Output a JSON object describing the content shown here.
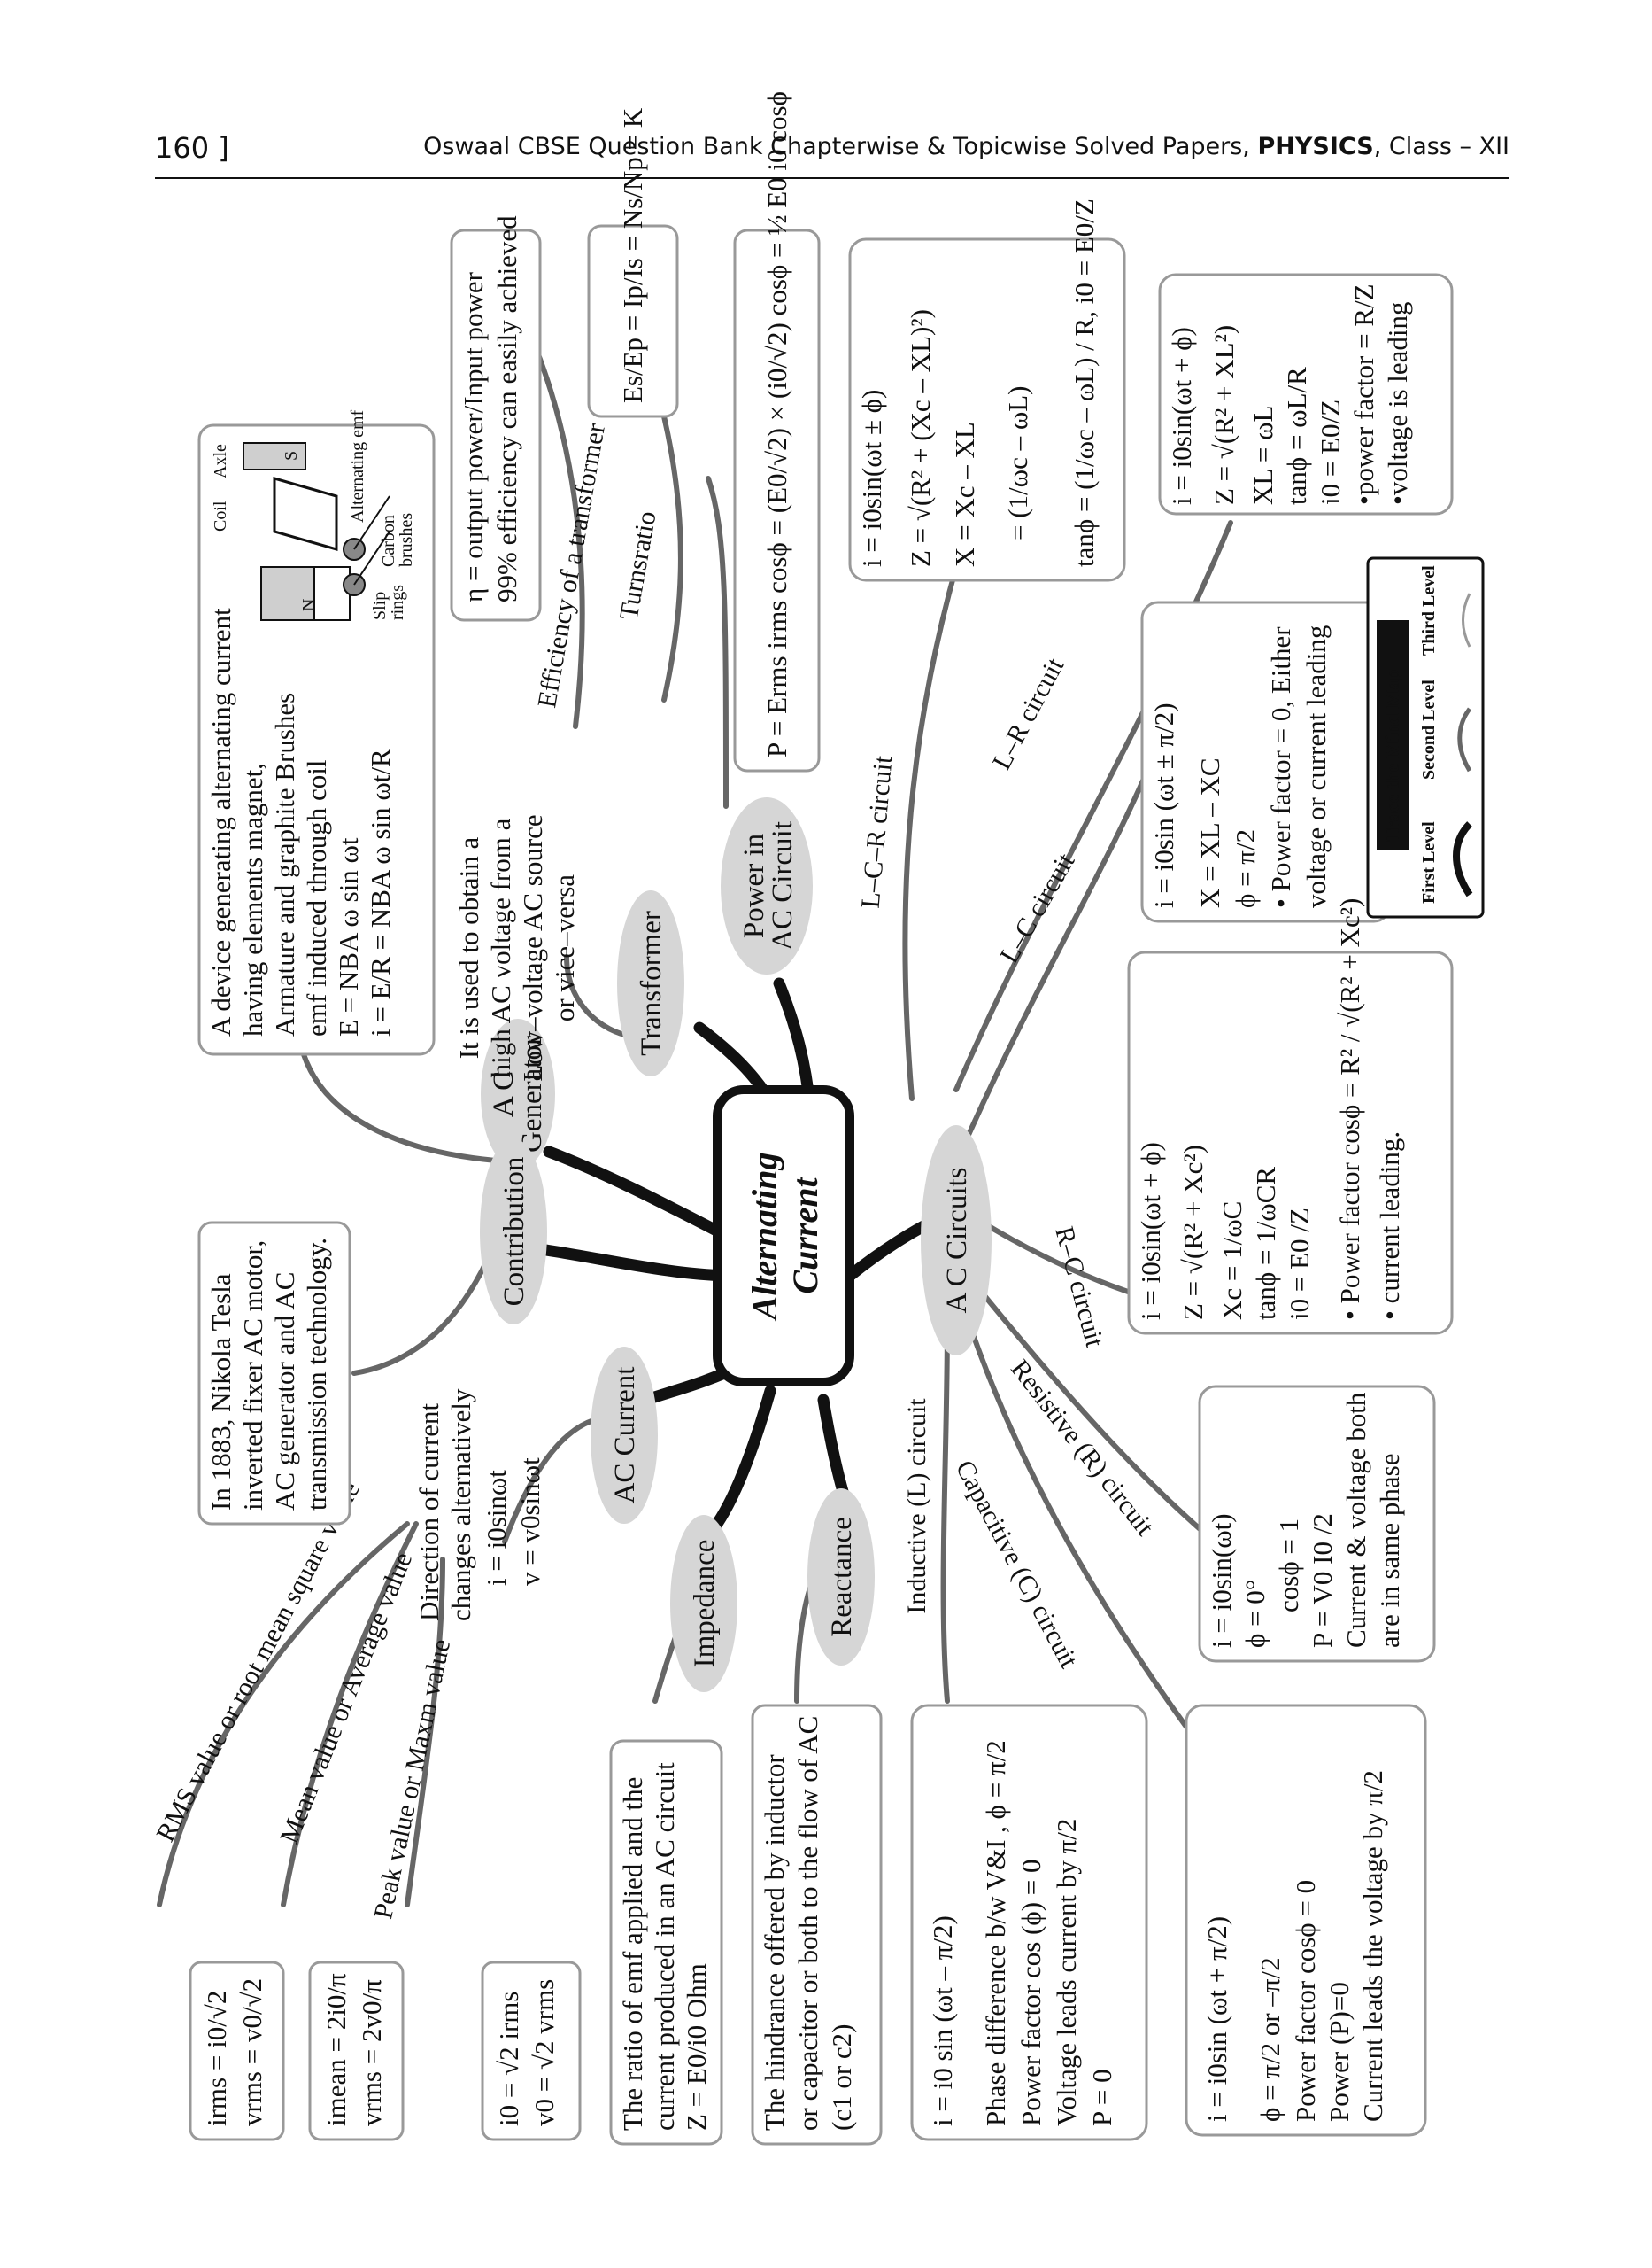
{
  "header": {
    "page_number": "160 ]",
    "book_title_pre": "Oswaal CBSE Question Bank Chapterwise & Topicwise Solved Papers,",
    "subject": "PHYSICS",
    "class_text": ", Class – XII"
  },
  "center": {
    "line1": "Alternating",
    "line2": "Current"
  },
  "nodes": {
    "ac_generator": [
      "A C",
      "Generator"
    ],
    "transformer": "Transformer",
    "power": [
      "Power in",
      "AC Circuit"
    ],
    "contribution": "Contribution",
    "ac_current": "AC Current",
    "impedance": "Impedance",
    "reactance": "Reactance",
    "ac_circuits": "A C Circuits"
  },
  "branch_labels": {
    "efficiency": "Efficiency of a transformer",
    "turns": "Turnsratio",
    "lcr": "L–C–R circuit",
    "lr": "L–R circuit",
    "lc": "L–C circuit",
    "rc": "R–C circuit",
    "resistive": "Resistive (R) circuit",
    "capacitive": "Capacitive (C) circuit",
    "inductive": "Inductive (L) circuit",
    "rms": "RMS value or root mean square value",
    "mean": "Mean value or Average value",
    "peak": "Peak value or Maxm value"
  },
  "boxes": {
    "generator": [
      "A device generating alternating current",
      "having elements magnet,",
      "Armature and graphite Brushes",
      "emf induced through coil",
      "E = NBA ω sin ωt",
      "i = E/R = NBA ω sin ωt/R"
    ],
    "generator_fig": [
      "Coil",
      "Axle",
      "N",
      "S",
      "Alternating emf",
      "Slip",
      "rings",
      "Carbon",
      "brushes"
    ],
    "transformer_def": [
      "It is used to obtain a",
      "high AC voltage from a",
      "Low–voltage AC source",
      "or vice–versa"
    ],
    "efficiency": [
      "η = output power/Input power",
      "99% efficiency can easily achieved"
    ],
    "turns": [
      "Es/Ep = Ip/Is = Ns/Np = K"
    ],
    "power": [
      "P = Erms irms cosϕ = (E0/√2) × (i0/√2) cosϕ = ½ E0 i0 cosϕ"
    ],
    "lcr": [
      "i = i0sin(ωt ± ϕ)",
      "Z = √(R² + (Xc – XL)²)",
      "X = Xc – XL",
      "= (1/ωc – ωL)",
      "tanϕ = (1/ωc – ωL) / R, i0 = E0/Z"
    ],
    "lr": [
      "i = i0sin(ωt + ϕ)",
      "Z = √(R² + XL²)",
      "XL = ωL",
      "tanϕ = ωL/R",
      "i0 = E0/Z",
      "•power factor = R/Z",
      "•voltage is leading"
    ],
    "lc": [
      "i = i0sin (ωt ± π/2)",
      "X = XL – XC",
      "ϕ = π/2",
      "• Power factor = 0, Either",
      "voltage or current leading"
    ],
    "rc": [
      "i = i0sin(ωt + ϕ)",
      "Z = √(R² + Xc²)",
      "Xc = 1/ωC",
      "tanϕ = 1/ωCR",
      "i0 = E0 /Z",
      "• Power factor cosϕ = R² / √(R² + Xc²)",
      "• current leading."
    ],
    "resistive": [
      "i = i0sin(ωt)",
      "ϕ = 0°",
      "cosϕ = 1",
      "P = V0 I0 /2",
      "Current & voltage both",
      "are in same phase"
    ],
    "capacitive": [
      "i = i0sin (ωt + π/2)",
      "ϕ = π/2 or –π/2",
      "Power factor cosϕ = 0",
      "Power (P)=0",
      "Current leads the voltage by π/2"
    ],
    "inductive": [
      "i = i0 sin (ωt – π/2)",
      "Phase difference b/w V&I , ϕ = π/2",
      "Power factor cos (ϕ) = 0",
      "Voltage leads current by π/2",
      "P = 0"
    ],
    "reactance": [
      "The hindrance offered by inductor",
      "or capacitor or both to the flow of AC",
      "(c1 or c2)"
    ],
    "impedance": [
      "The ratio of emf applied and the",
      "current produced in an AC circuit",
      "Z = E0/i0 Ohm"
    ],
    "contribution": [
      "In 1883, Nikola Tesla",
      "inverted fixer AC motor,",
      "AC generator and AC",
      "transmission technology."
    ],
    "ac_current": [
      "Direction of current",
      "changes alternatively",
      "i = i0sinωt",
      "v = v0sinωt"
    ],
    "rms": [
      "irms = i0/√2",
      "vrms = v0/√2"
    ],
    "mean": [
      "imean = 2i0/π",
      "vrms = 2v0/π"
    ],
    "peak": [
      "i0 = √2 irms",
      "v0 = √2 vrms"
    ]
  },
  "legend": {
    "title": "Trace the Mind Map",
    "levels": [
      "First Level",
      "Second Level",
      "Third Level"
    ]
  }
}
